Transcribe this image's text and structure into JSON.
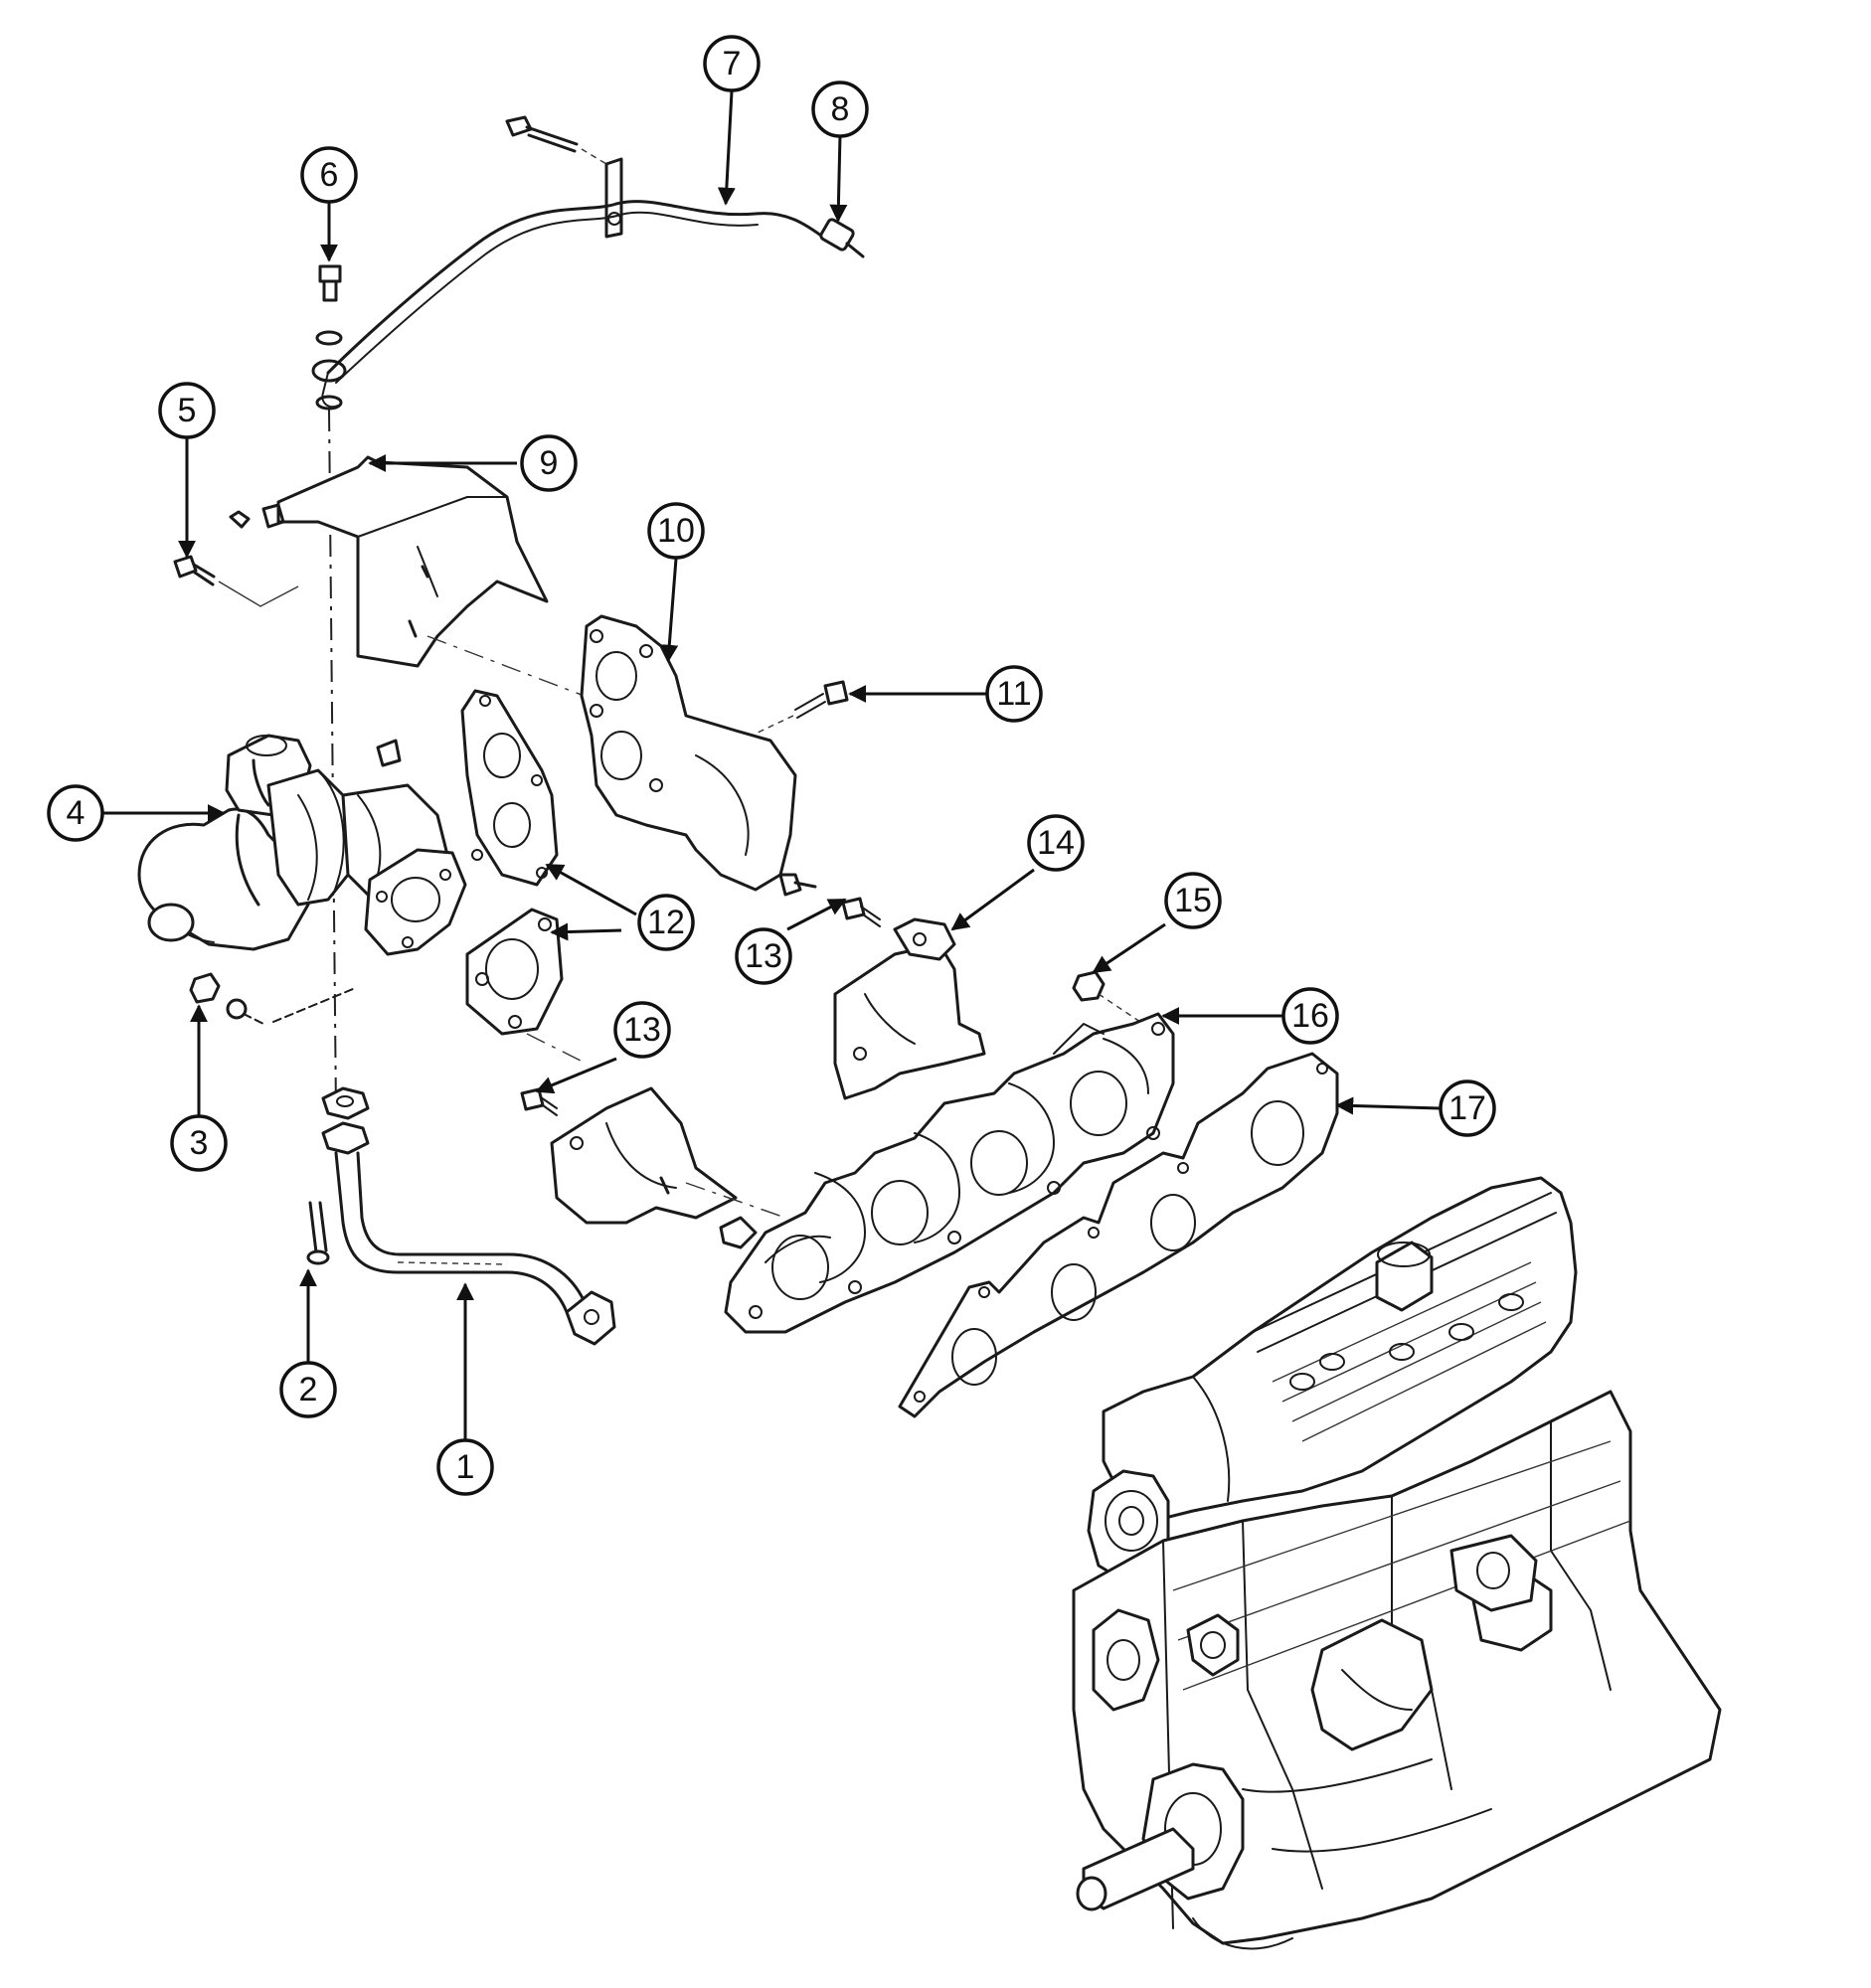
{
  "callouts": [
    {
      "id": "c1",
      "label": "1"
    },
    {
      "id": "c2",
      "label": "2"
    },
    {
      "id": "c3",
      "label": "3"
    },
    {
      "id": "c4",
      "label": "4"
    },
    {
      "id": "c5",
      "label": "5"
    },
    {
      "id": "c6",
      "label": "6"
    },
    {
      "id": "c7",
      "label": "7"
    },
    {
      "id": "c8",
      "label": "8"
    },
    {
      "id": "c9",
      "label": "9"
    },
    {
      "id": "c10",
      "label": "10"
    },
    {
      "id": "c11",
      "label": "11"
    },
    {
      "id": "c12",
      "label": "12"
    },
    {
      "id": "c13a",
      "label": "13"
    },
    {
      "id": "c13b",
      "label": "13"
    },
    {
      "id": "c14",
      "label": "14"
    },
    {
      "id": "c15",
      "label": "15"
    },
    {
      "id": "c16",
      "label": "16"
    },
    {
      "id": "c17",
      "label": "17"
    }
  ]
}
